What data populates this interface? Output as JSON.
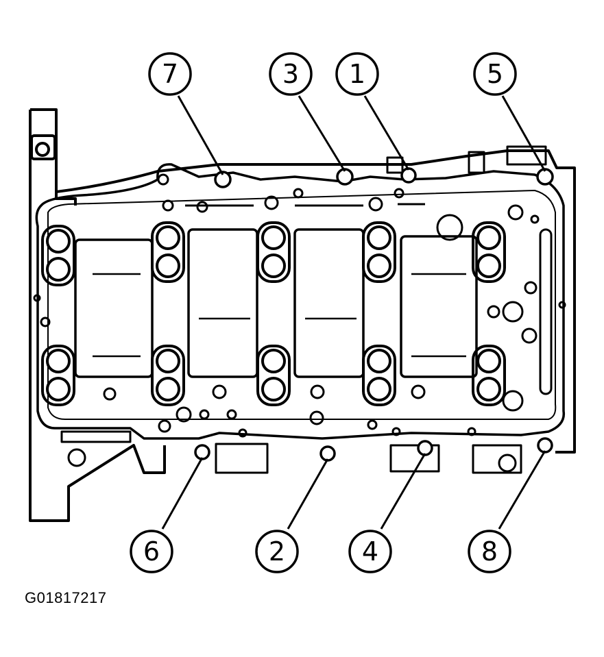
{
  "figure": {
    "id_label": "G01817217"
  },
  "callouts": [
    {
      "label": "7"
    },
    {
      "label": "3"
    },
    {
      "label": "1"
    },
    {
      "label": "5"
    },
    {
      "label": "6"
    },
    {
      "label": "2"
    },
    {
      "label": "4"
    },
    {
      "label": "8"
    }
  ],
  "colors": {
    "ink": "#000000",
    "paper": "#ffffff"
  }
}
